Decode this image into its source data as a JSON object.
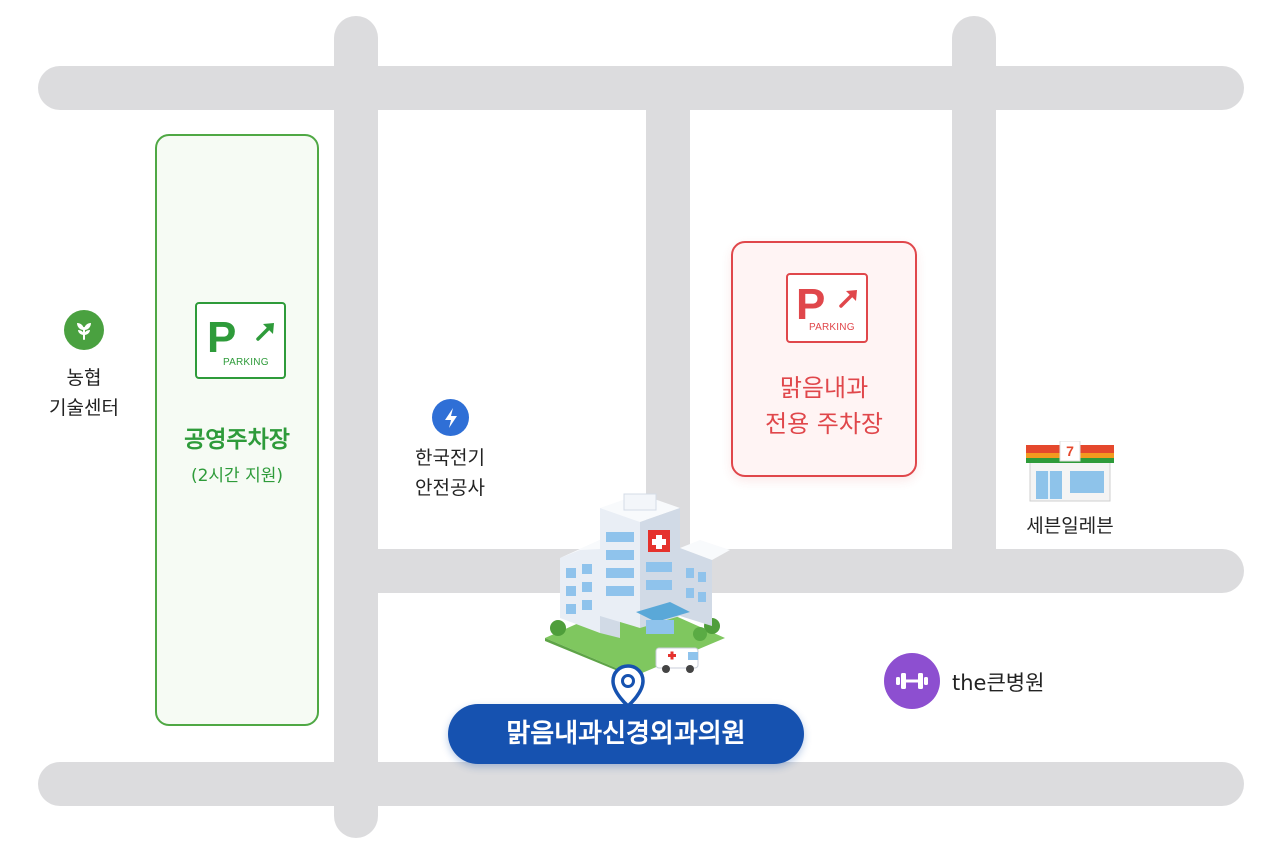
{
  "green_lot": {
    "sign_letter": "P",
    "sign_text": "PARKING",
    "title": "공영주차장",
    "subtitle": "(2시간 지원)",
    "color": "#2e9b3a"
  },
  "red_lot": {
    "sign_letter": "P",
    "sign_text": "PARKING",
    "title_line1": "맑음내과",
    "title_line2": "전용 주차장",
    "color": "#e0474b"
  },
  "pois": {
    "nonghyup": {
      "line1": "농협",
      "line2": "기술센터",
      "icon": "leaf-icon"
    },
    "kepco": {
      "line1": "한국전기",
      "line2": "안전공사",
      "icon": "lightning-icon"
    },
    "seven_eleven": {
      "label": "세븐일레븐",
      "icon": "convenience-store-icon"
    },
    "hospital_gym": {
      "label": "the큰병원",
      "icon": "dumbbell-icon"
    }
  },
  "destination": {
    "name": "맑음내과신경외과의원",
    "icon": "hospital-building-icon",
    "pin_color": "#1652b0"
  }
}
